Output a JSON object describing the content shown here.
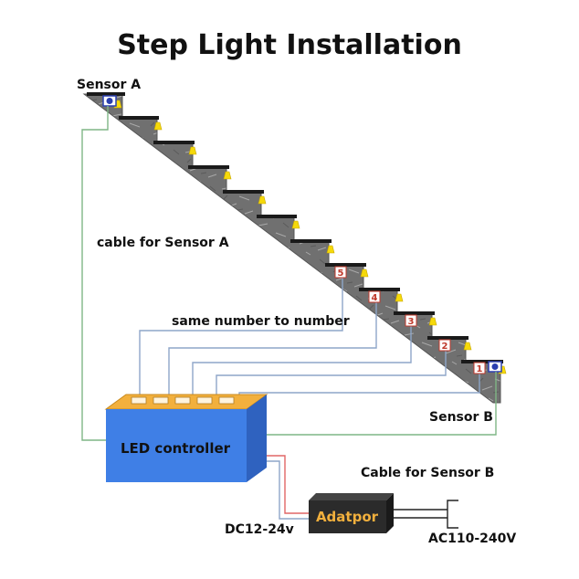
{
  "title": "Step Light Installation",
  "labels": {
    "sensor_a": "Sensor A",
    "sensor_b": "Sensor B",
    "cable_sensor_a": "cable for Sensor A",
    "same_number": "same number to number",
    "cable_sensor_b": "Cable for Sensor B",
    "led_controller": "LED controller",
    "adaptor": "Adatpor",
    "dc": "DC12-24v",
    "ac": "AC110-240V"
  },
  "step_numbers": [
    "5",
    "4",
    "3",
    "2",
    "1"
  ],
  "colors": {
    "stair": "#6f6f6f",
    "step_bar": "#1a1a1a",
    "lamp": "#f5d90a",
    "controller_front": "#3f7fe6",
    "controller_top": "#f2b03d",
    "adaptor": "#2b2b2b",
    "sensor_wire": "#7fb685",
    "step_wire": "#8ea6c9",
    "dc_wire": "#e06666"
  }
}
